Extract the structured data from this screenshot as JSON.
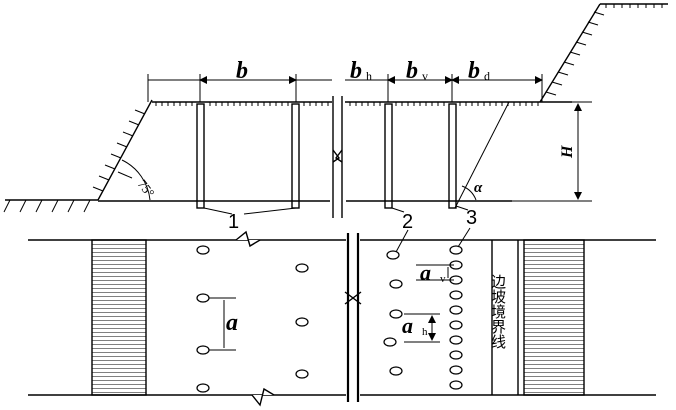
{
  "labels": {
    "b": "b",
    "bh_main": "b",
    "bh_sub": "h",
    "bv_main": "b",
    "bv_sub": "v",
    "bd_main": "b",
    "bd_sub": "d",
    "H": "H",
    "angle75": "75°",
    "alpha": "α",
    "a": "a",
    "av_main": "a",
    "av_sub": "v",
    "ah_main": "a",
    "ah_sub": "h",
    "callout1": "1",
    "callout2": "2",
    "callout3": "3",
    "slope_line": "边坡境界线"
  }
}
